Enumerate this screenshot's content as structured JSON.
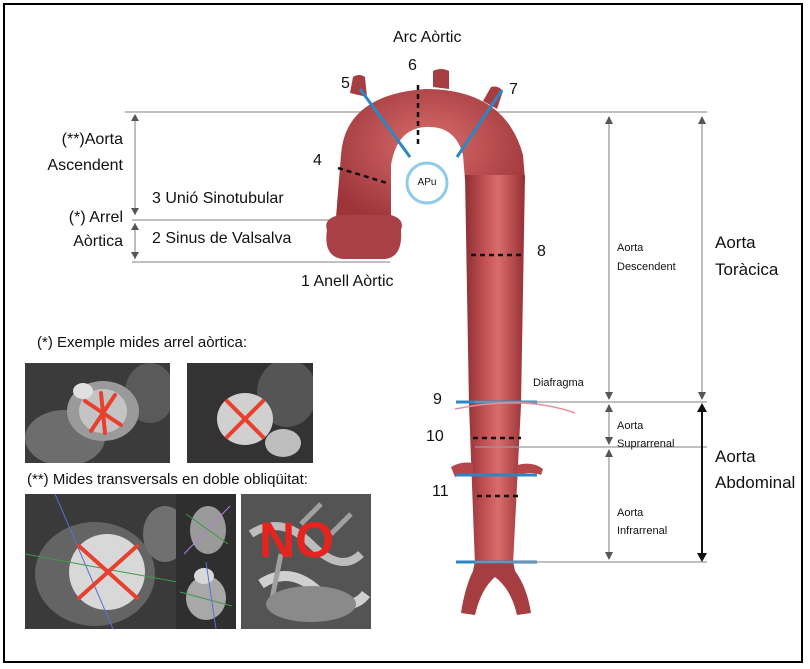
{
  "labels": {
    "arc": "Arc Aòrtic",
    "n1": "1 Anell Aòrtic",
    "n2": "2 Sinus de Valsalva",
    "n3": "3 Unió Sinotubular",
    "n4": "4",
    "n5": "5",
    "n6": "6",
    "n7": "7",
    "n8": "8",
    "n9": "9",
    "n10": "10",
    "n11": "11",
    "apu": "APu",
    "asc_1": "(**)Aorta",
    "asc_2": "Ascendent",
    "root_1": "(*) Arrel",
    "root_2": "Aòrtica",
    "desc_1": "Aorta",
    "desc_2": "Descendent",
    "tor_1": "Aorta",
    "tor_2": "Toràcica",
    "diafragma": "Diafragma",
    "supra_1": "Aorta",
    "supra_2": "Suprarrenal",
    "infra_1": "Aorta",
    "infra_2": "Infrarrenal",
    "abd_1": "Aorta",
    "abd_2": "Abdominal"
  },
  "notes": {
    "root_example": "(*) Exemple mides arrel aòrtica:",
    "transversal": "(**) Mides transversals en doble obliqüitat:",
    "no": "NO"
  },
  "colors": {
    "aorta": "#b3474a",
    "aorta_light": "#d97a78",
    "level_line": "#2d86c4",
    "measure_cross": "#e8402e",
    "no_text": "#e52420",
    "apu_ring": "#8ecbe9"
  }
}
